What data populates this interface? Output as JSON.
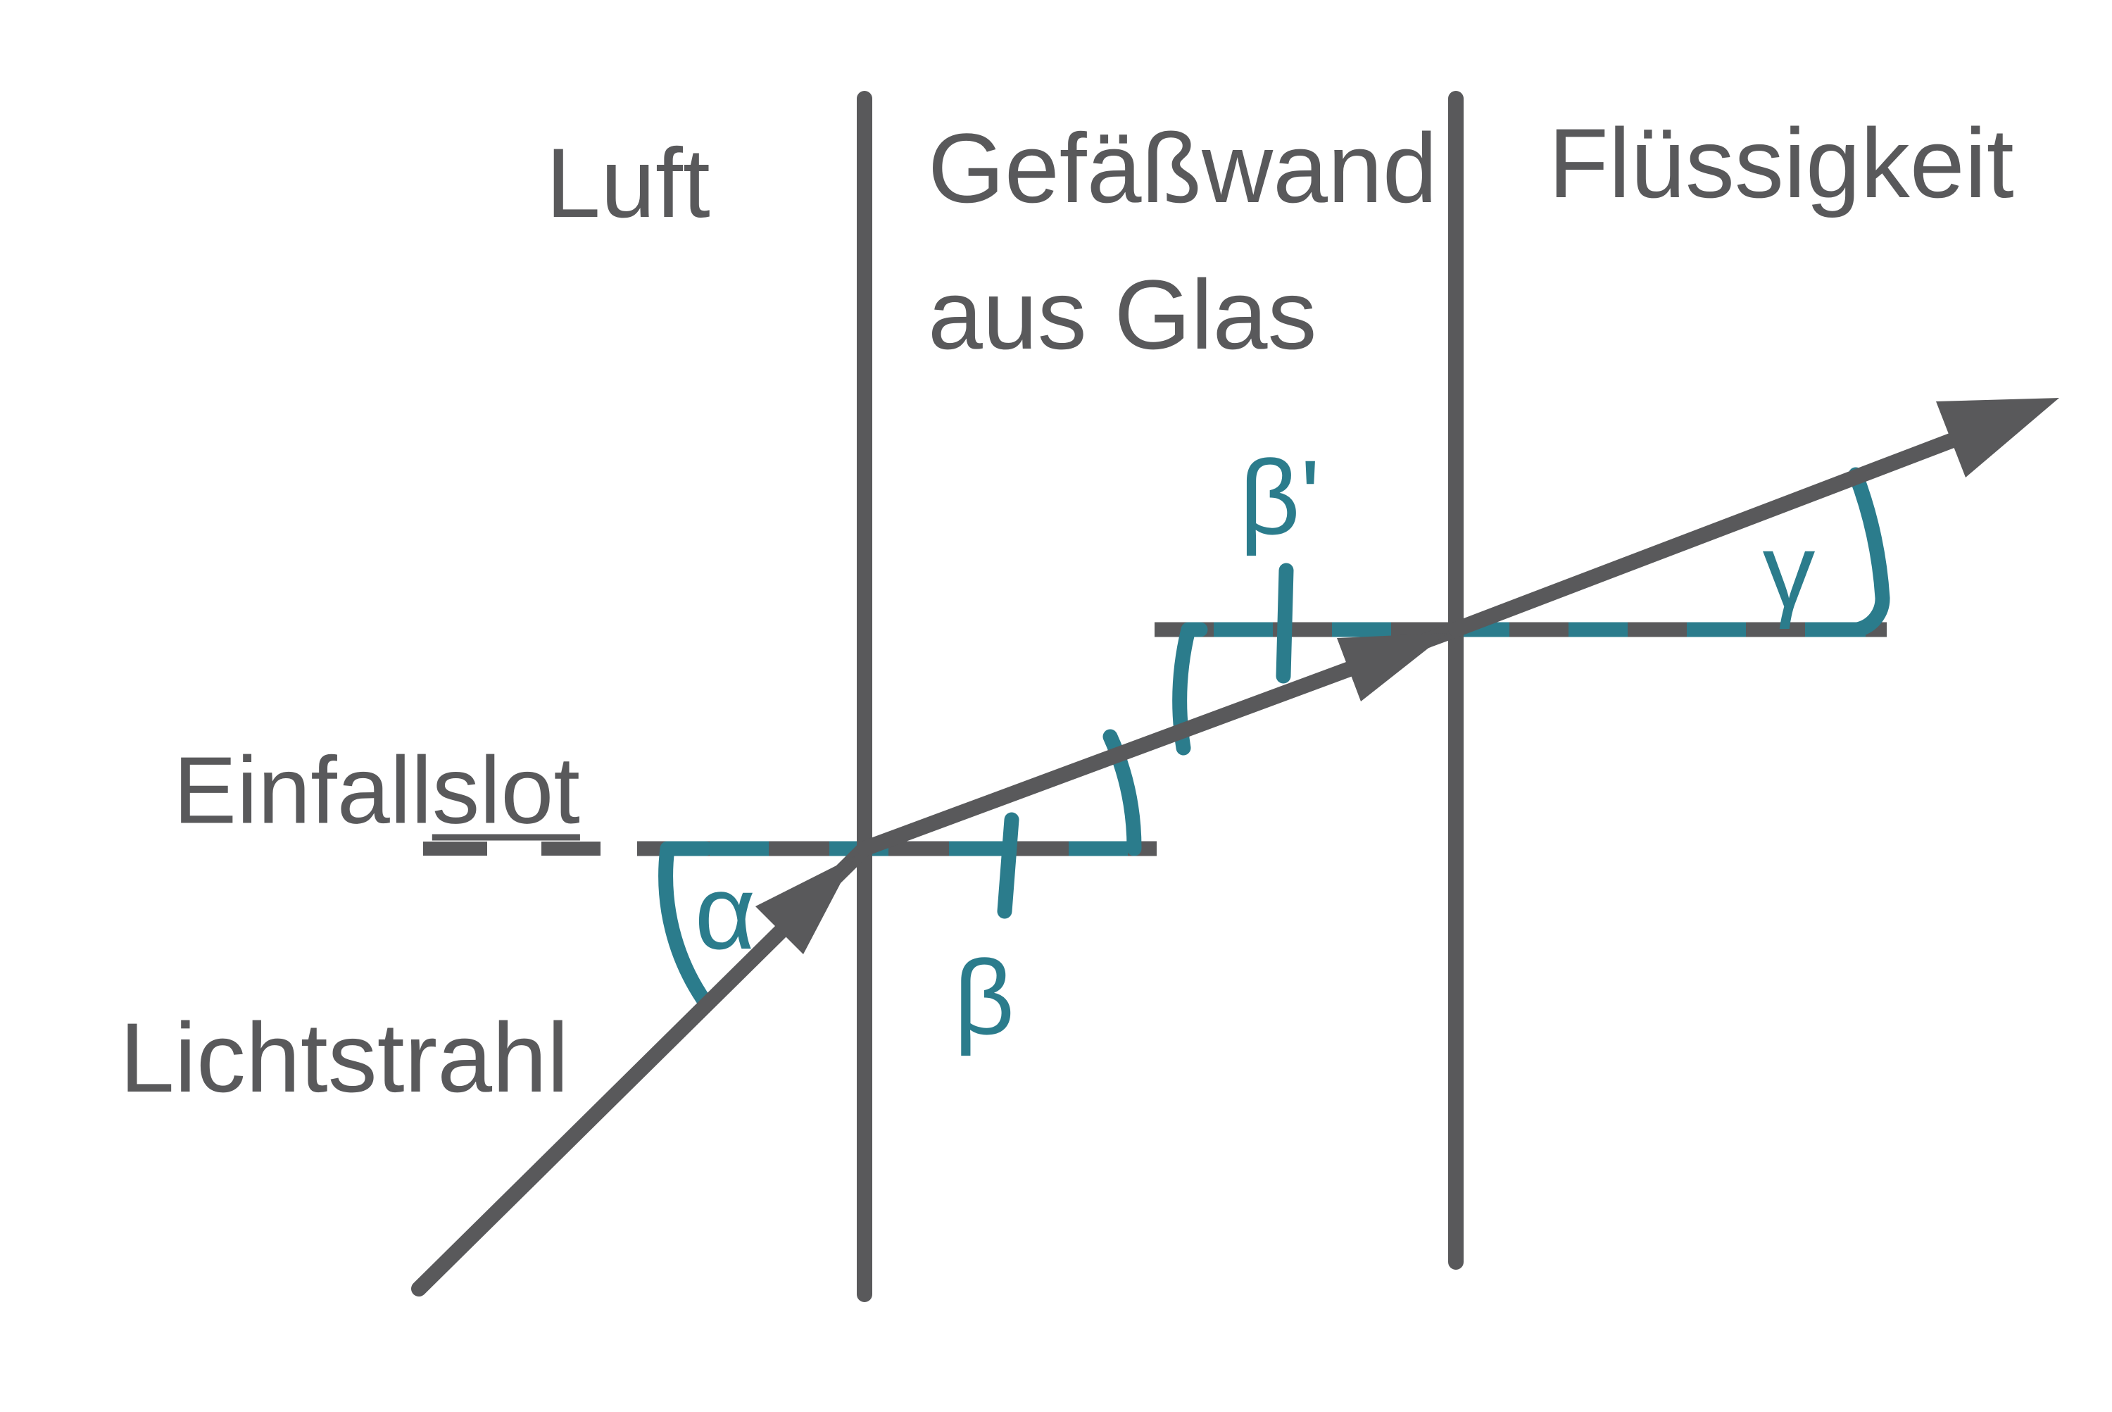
{
  "diagram": {
    "title_hint": "Brechung eines Lichtstrahls an einer Gefäßwand",
    "regions": {
      "air": "Luft",
      "vessel_wall_line1": "Gefäßwand",
      "vessel_wall_line2": "aus Glas",
      "liquid": "Flüssigkeit"
    },
    "labels": {
      "normal_prefix": "Einfall",
      "normal_underlined": "slot",
      "light_ray": "Lichtstrahl"
    },
    "angles": {
      "alpha": "α",
      "beta": "β",
      "beta_prime": "β'",
      "gamma": "γ"
    },
    "colors": {
      "gray": "#59595b",
      "teal": "#2b7c8c"
    }
  }
}
